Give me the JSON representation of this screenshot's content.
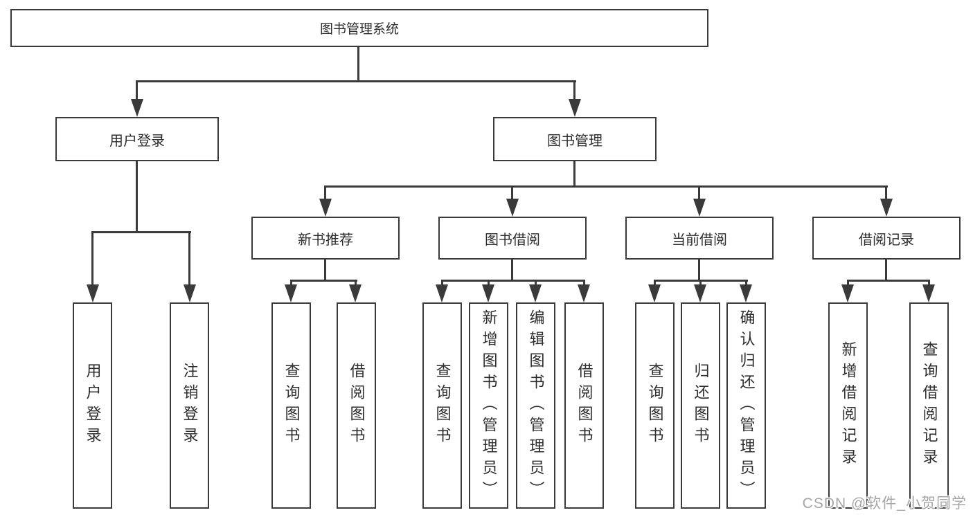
{
  "colors": {
    "line": "#3a3a3a",
    "text": "#2d2d2d",
    "box_background": "#ffffff",
    "page_background": "#ffffff",
    "watermark": "#a6a6a6"
  },
  "watermark": {
    "text": "CSDN @软件_小贺同学"
  },
  "tree": {
    "label": "图书管理系统",
    "children": [
      {
        "label": "用户登录",
        "children": [
          {
            "label": "用户登录"
          },
          {
            "label": "注销登录"
          }
        ]
      },
      {
        "label": "图书管理",
        "children": [
          {
            "label": "新书推荐",
            "children": [
              {
                "label": "查询图书"
              },
              {
                "label": "借阅图书"
              }
            ]
          },
          {
            "label": "图书借阅",
            "children": [
              {
                "label": "查询图书"
              },
              {
                "label": "新增图书（管理员）"
              },
              {
                "label": "编辑图书（管理员）"
              },
              {
                "label": "借阅图书"
              }
            ]
          },
          {
            "label": "当前借阅",
            "children": [
              {
                "label": "查询图书"
              },
              {
                "label": "归还图书"
              },
              {
                "label": "确认归还（管理员）"
              }
            ]
          },
          {
            "label": "借阅记录",
            "children": [
              {
                "label": "新增借阅记录"
              },
              {
                "label": "查询借阅记录"
              }
            ]
          }
        ]
      }
    ]
  }
}
